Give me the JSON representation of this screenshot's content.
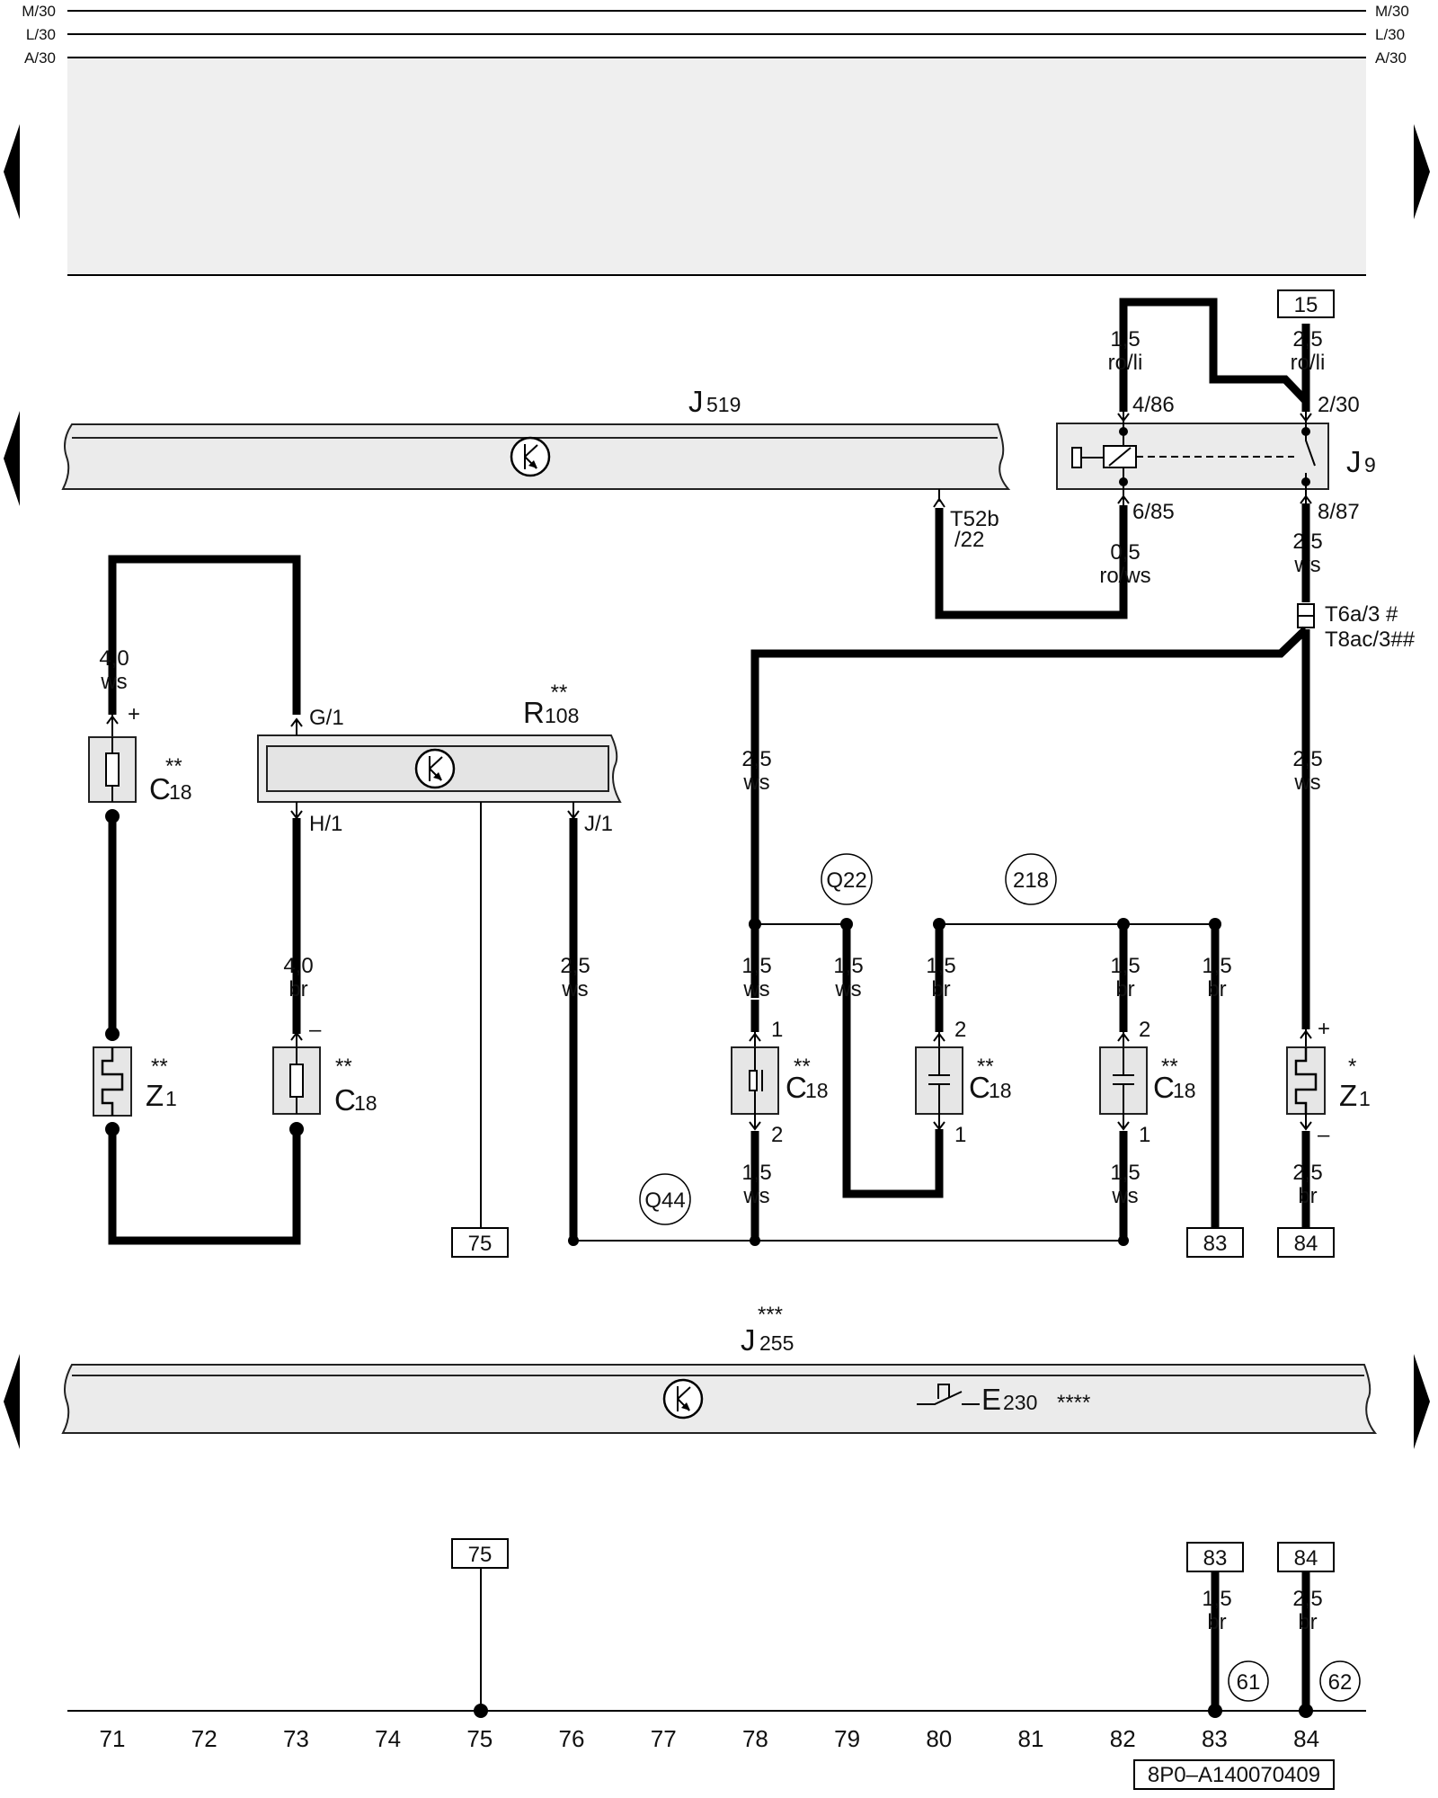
{
  "rails": {
    "m30": "M/30",
    "l30": "L/30",
    "a30": "A/30"
  },
  "units": {
    "j519": {
      "code": "J",
      "num": "519"
    },
    "j9": {
      "code": "J",
      "num": "9"
    },
    "r108": {
      "code": "R",
      "num": "108",
      "mark": "**"
    },
    "j255": {
      "code": "J",
      "num": "255",
      "mark": "***"
    },
    "e230": {
      "code": "E",
      "num": "230",
      "mark": "****"
    }
  },
  "pins": {
    "j9_4_86": "4/86",
    "j9_2_30": "2/30",
    "j9_6_85": "6/85",
    "j9_8_87": "8/87",
    "t52b_1": "T52b",
    "t52b_2": "/22",
    "t6a": "T6a/3 #",
    "t8ac": "T8ac/3##",
    "g1": "G/1",
    "h1": "H/1",
    "j1": "J/1",
    "c18a_plus": "+",
    "c18b_minus": "–",
    "c18c_1": "1",
    "c18c_2": "2",
    "c18d_2": "2",
    "c18d_1": "1",
    "c18e_2": "2",
    "c18e_1": "1",
    "z1b_plus": "+",
    "z1b_minus": "–"
  },
  "components": {
    "c18": {
      "code": "C",
      "num": "18",
      "mark": "**"
    },
    "z1a": {
      "code": "Z",
      "num": "1",
      "mark": "**"
    },
    "z1b": {
      "code": "Z",
      "num": "1",
      "mark": "*"
    }
  },
  "wires": {
    "j9_in_left": {
      "size": "1,5",
      "color": "ro/li"
    },
    "j9_in_right": {
      "size": "2,5",
      "color": "ro/li"
    },
    "j9_out_left": {
      "size": "0,5",
      "color": "ro/ws"
    },
    "j9_out_right": {
      "size": "2,5",
      "color": "ws"
    },
    "c18a_top": {
      "size": "4,0",
      "color": "ws"
    },
    "c18b_top": {
      "size": "4,0",
      "color": "br"
    },
    "r108_j1": {
      "size": "2,5",
      "color": "ws"
    },
    "branch_78": {
      "size": "2,5",
      "color": "ws"
    },
    "col_84_mid": {
      "size": "2,5",
      "color": "ws"
    },
    "c78_top": {
      "size": "1,5",
      "color": "ws"
    },
    "c79_top": {
      "size": "1,5",
      "color": "ws"
    },
    "c80_top": {
      "size": "1,5",
      "color": "br"
    },
    "c82_top": {
      "size": "1,5",
      "color": "br"
    },
    "c83_top": {
      "size": "1,5",
      "color": "br"
    },
    "c78_bot": {
      "size": "1,5",
      "color": "ws"
    },
    "c82_bot": {
      "size": "1,5",
      "color": "ws"
    },
    "c84_bot": {
      "size": "2,5",
      "color": "br"
    },
    "g83": {
      "size": "1,5",
      "color": "br"
    },
    "g84": {
      "size": "2,5",
      "color": "br"
    }
  },
  "terminals": {
    "t15": "15",
    "t75a": "75",
    "t83a": "83",
    "t84a": "84",
    "t75b": "75",
    "t83b": "83",
    "t84b": "84"
  },
  "connectors": {
    "q22": "Q22",
    "n218": "218",
    "q44": "Q44",
    "g61": "61",
    "g62": "62"
  },
  "current_tracks": [
    "71",
    "72",
    "73",
    "74",
    "75",
    "76",
    "77",
    "78",
    "79",
    "80",
    "81",
    "82",
    "83",
    "84"
  ],
  "diagram_id": "8P0–A140070409"
}
